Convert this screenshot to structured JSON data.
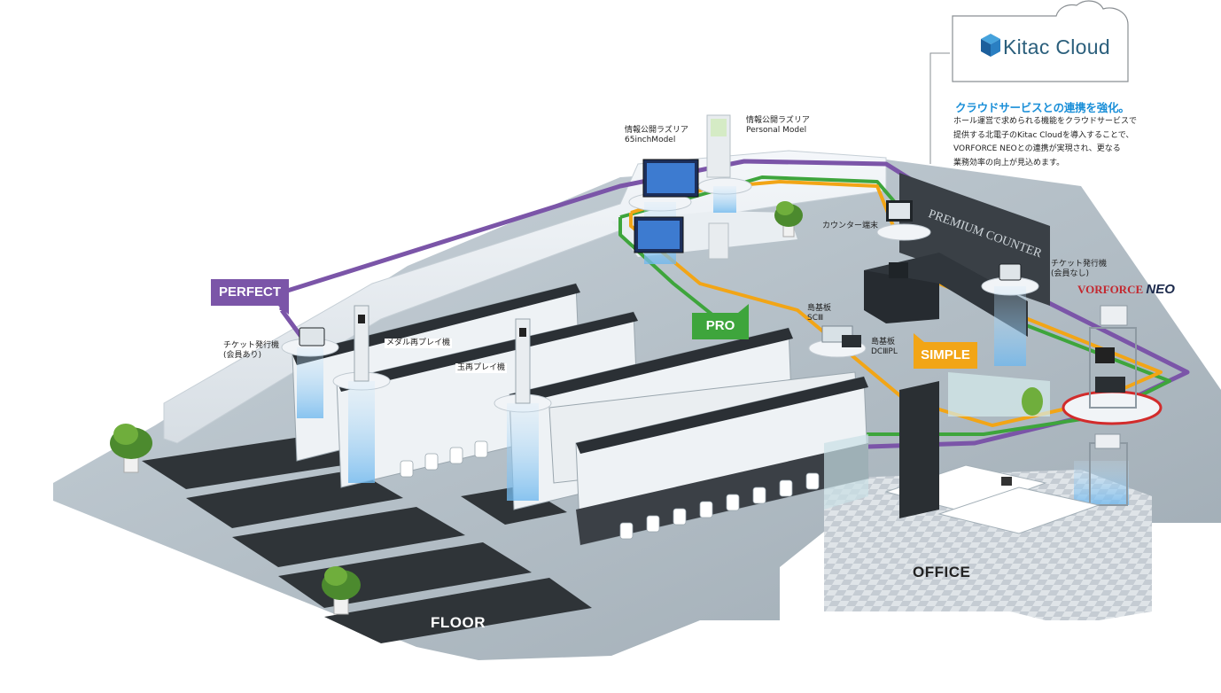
{
  "cloud": {
    "brand": "Kitac Cloud",
    "headline": "クラウドサービスとの連携を強化。",
    "description": [
      "ホール運営で求められる機能をクラウドサービスで",
      "提供する北電子のKitac Cloudを導入することで、",
      "VORFORCE NEOとの連携が実現され、更なる",
      "業務効率の向上が見込めます。"
    ]
  },
  "tiers": {
    "perfect": "PERFECT",
    "pro": "PRO",
    "simple": "SIMPLE"
  },
  "areas": {
    "floor": "FLOOR",
    "office": "OFFICE"
  },
  "labels": {
    "info_65": [
      "情報公開ラズリア",
      "65inchModel"
    ],
    "info_personal": [
      "情報公開ラズリア",
      "Personal Model"
    ],
    "counter_terminal": "カウンター端末",
    "ticket_no_member": [
      "チケット発行機",
      "(会員なし)"
    ],
    "ticket_member": [
      "チケット発行機",
      "(会員あり)"
    ],
    "medal_replay": "メダル再プレイ機",
    "ball_replay": "玉再プレイ機",
    "board_sc": [
      "島基板",
      "SCⅢ"
    ],
    "board_dc": [
      "島基板",
      "DCⅢPL"
    ],
    "counter_sign": "PREMIUM COUNTER"
  },
  "product": {
    "name_prefix": "VORFORCE",
    "name_suffix": "NEO"
  },
  "colors": {
    "perfect": "#7b55a8",
    "pro": "#3ea53c",
    "simple": "#f2a516",
    "cloud_accent": "#1a8fd8",
    "brand_red": "#c3282f"
  }
}
